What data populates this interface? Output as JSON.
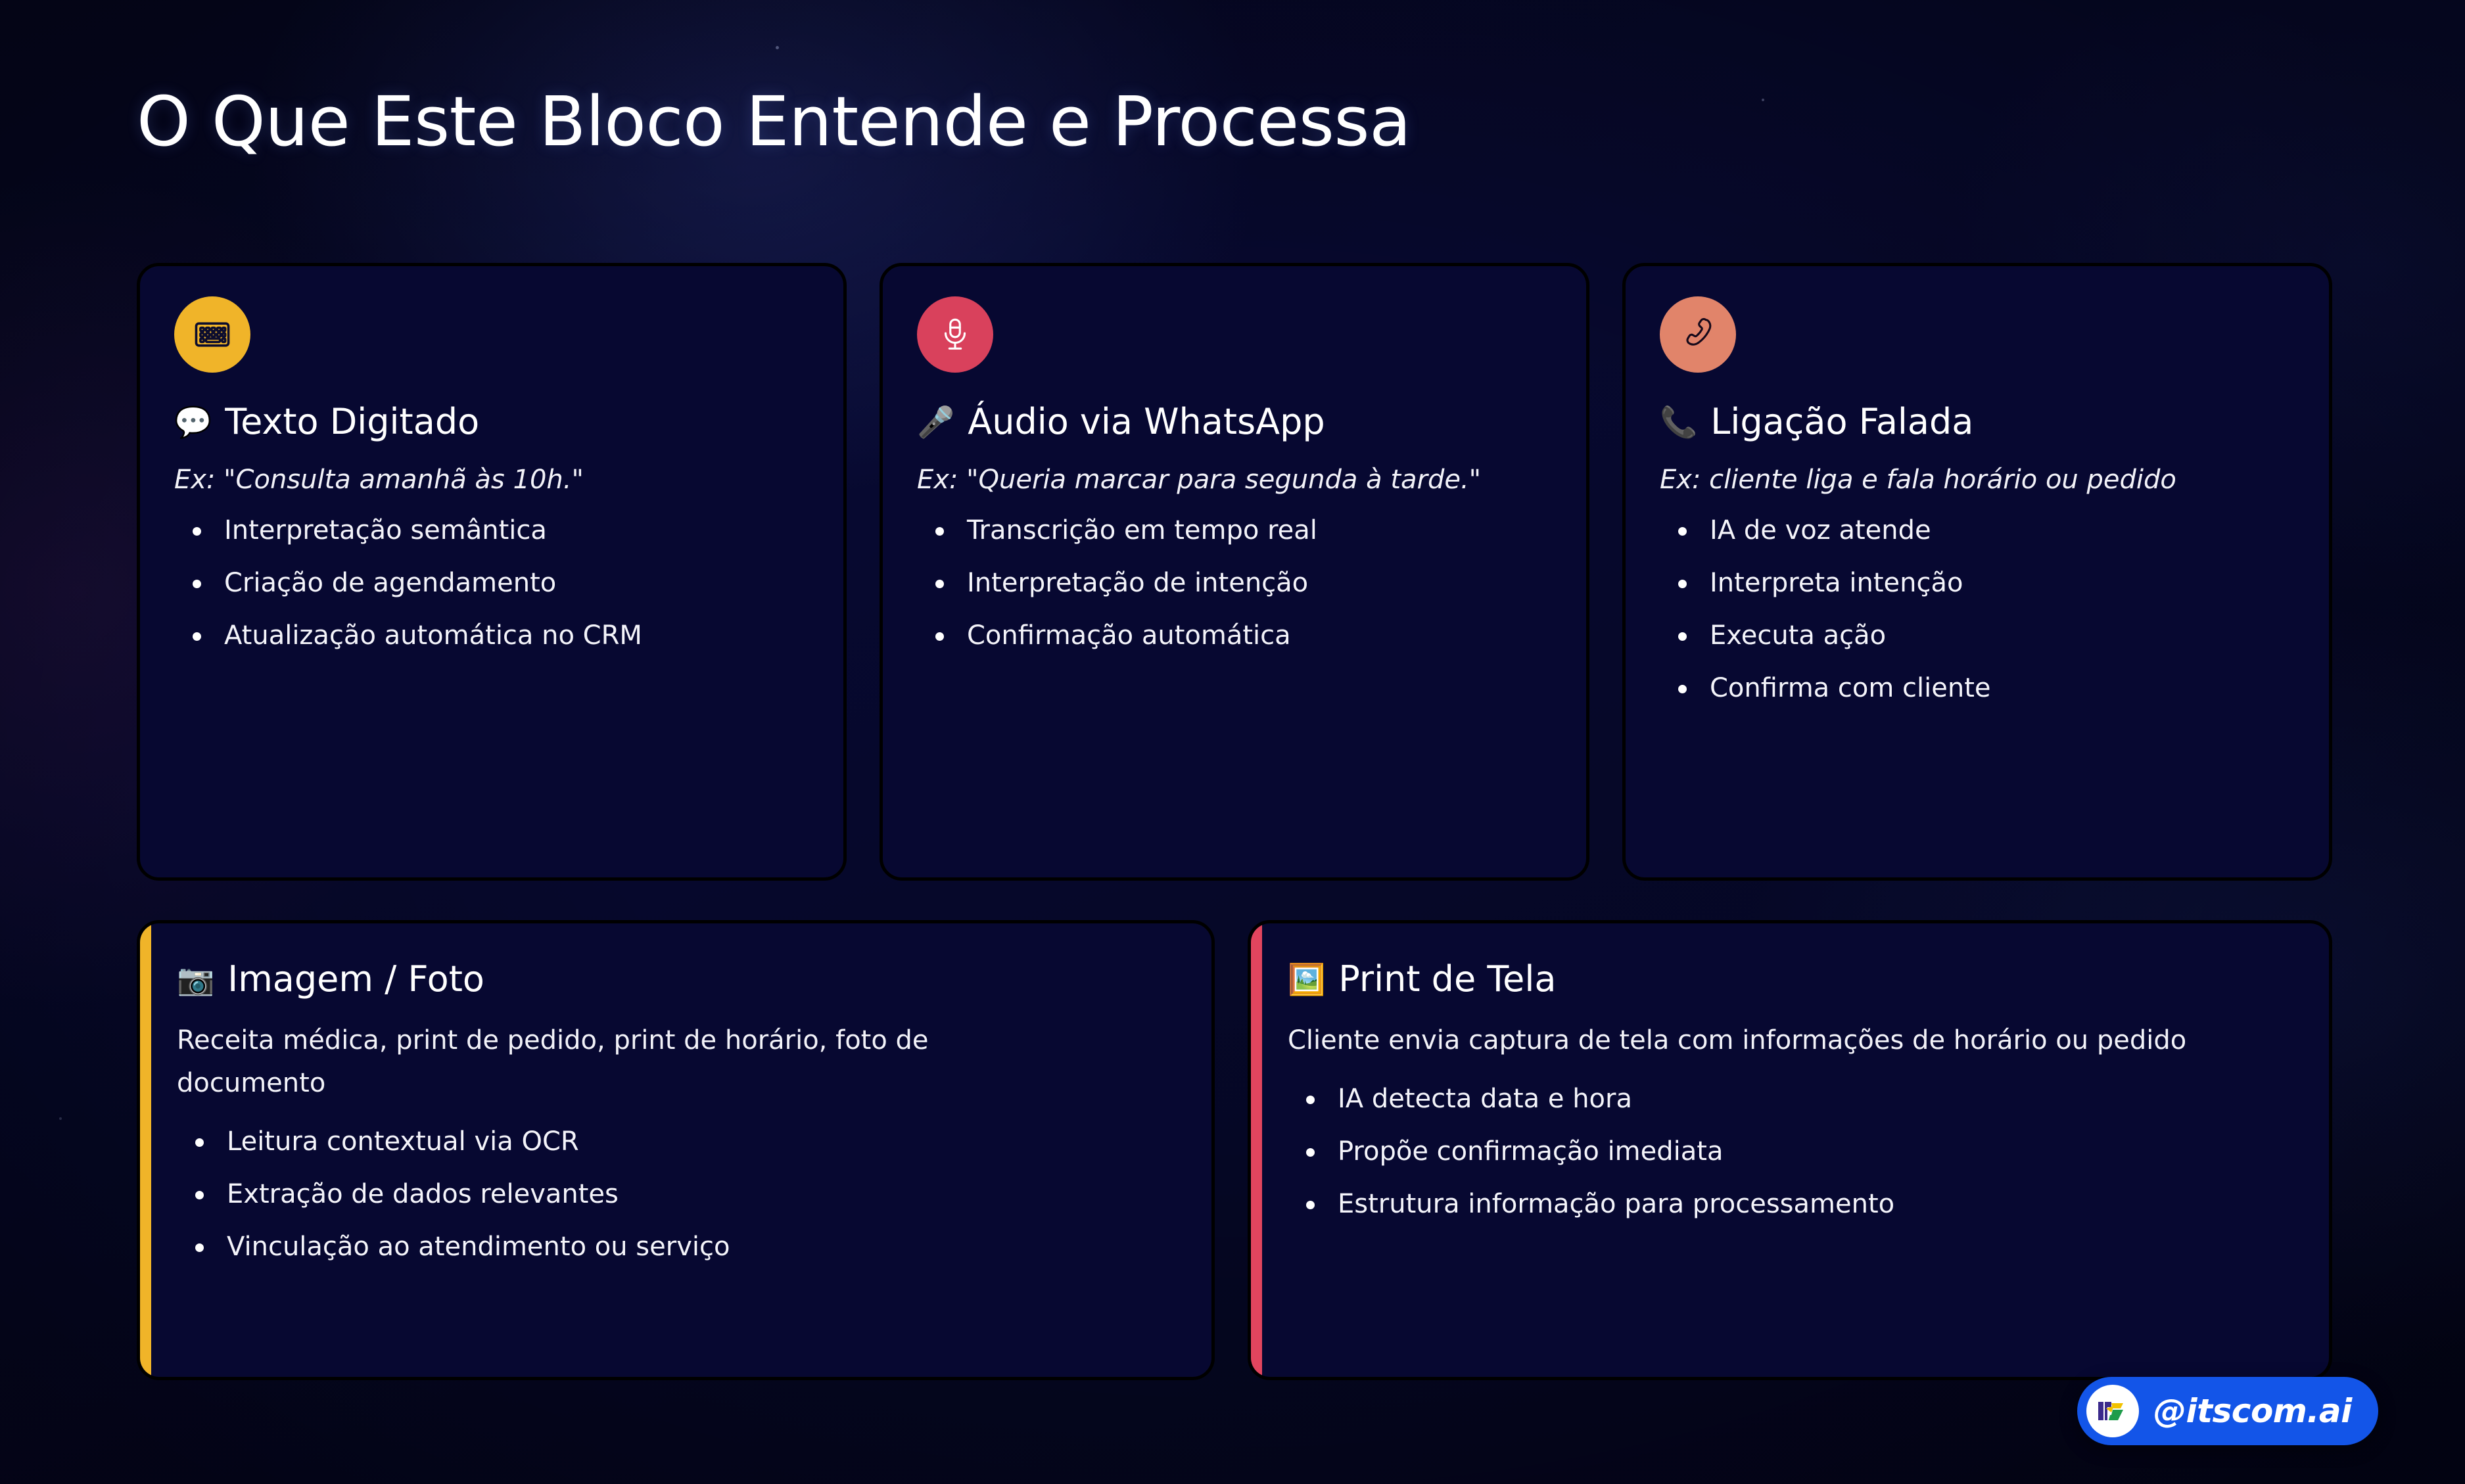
{
  "page": {
    "title": "O Que Este Bloco Entende e Processa",
    "background_color": "#050724",
    "card_background_color": "#070831"
  },
  "cards": {
    "top": [
      {
        "id": "texto-digitado",
        "accent_color": "#f0b429",
        "badge_color": "#f0b429",
        "badge_icon": "keyboard-icon",
        "heading_emoji": "💬",
        "heading": "Texto Digitado",
        "example": "Ex: \"Consulta amanhã às 10h.\"",
        "bullets": [
          "Interpretação semântica",
          "Criação de agendamento",
          "Atualização automática no CRM"
        ]
      },
      {
        "id": "audio-whatsapp",
        "accent_color": "#e2455e",
        "badge_color": "#d9415c",
        "badge_icon": "microphone-icon",
        "heading_emoji": "🎤",
        "heading": "Áudio via WhatsApp",
        "example": "Ex: \"Queria marcar para segunda à tarde.\"",
        "bullets": [
          "Transcrição em tempo real",
          "Interpretação de intenção",
          "Confirmação automática"
        ]
      },
      {
        "id": "ligacao-falada",
        "accent_color": "#e18468",
        "badge_color": "#e1846a",
        "badge_icon": "phone-handset-icon",
        "heading_emoji": "📞",
        "heading": "Ligação Falada",
        "example": "Ex: cliente liga e fala horário ou pedido",
        "bullets": [
          "IA de voz atende",
          "Interpreta intenção",
          "Executa ação",
          "Confirma com cliente"
        ]
      }
    ],
    "bottom": [
      {
        "id": "imagem-foto",
        "accent_color": "#f0b429",
        "heading_emoji": "📷",
        "heading": "Imagem / Foto",
        "description": "Receita médica, print de pedido, print de horário, foto de documento",
        "bullets": [
          "Leitura contextual via OCR",
          "Extração de dados relevantes",
          "Vinculação ao atendimento ou serviço"
        ]
      },
      {
        "id": "print-de-tela",
        "accent_color": "#e2455e",
        "heading_emoji": "🖼️",
        "heading": "Print de Tela",
        "description": "Cliente envia captura de tela com informações de horário ou pedido",
        "bullets": [
          "IA detecta data e hora",
          "Propõe confirmação imediata",
          "Estrutura informação para processamento"
        ]
      }
    ]
  },
  "watermark": {
    "handle": "@itscom.ai",
    "pill_color": "#1355e8",
    "logo_icon": "itscom-logo-icon"
  }
}
